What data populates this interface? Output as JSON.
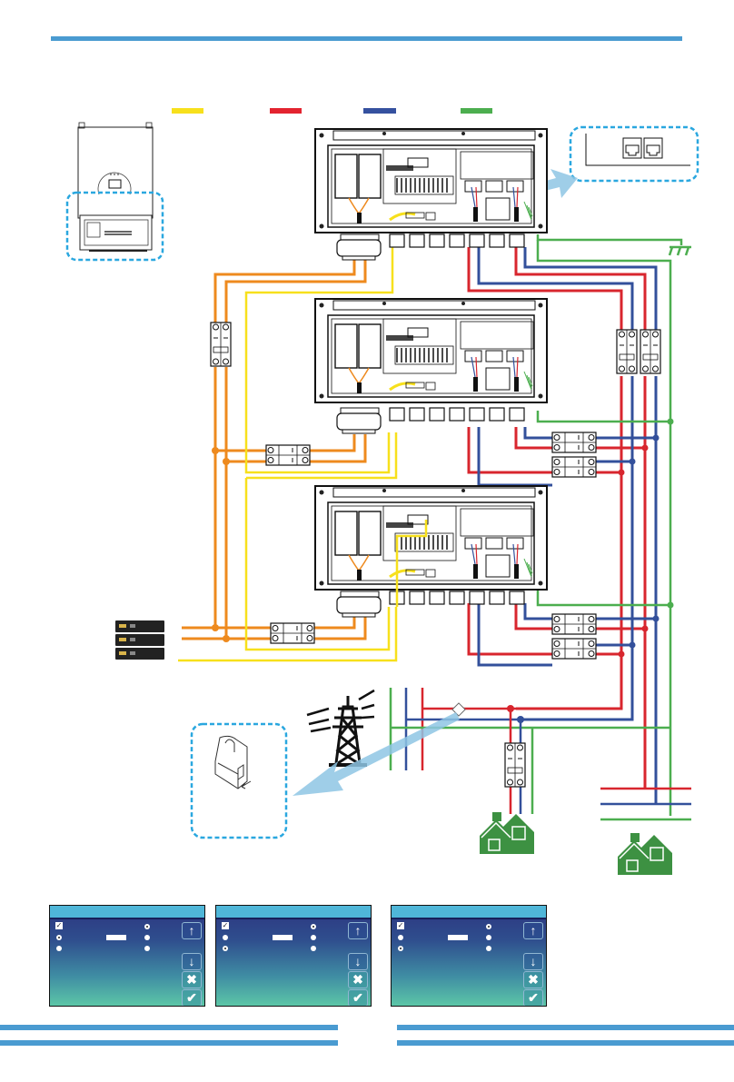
{
  "page": {
    "type": "parallel-inverter-wiring-diagram",
    "header_rule_color": "#4a9bd1",
    "footer_rule_color": "#4a9bd1"
  },
  "legend": {
    "items": [
      {
        "name": "pv-or-comm-wire",
        "color": "#f7e01c",
        "label": ""
      },
      {
        "name": "live-wire",
        "color": "#e3232f",
        "label": ""
      },
      {
        "name": "neutral-wire",
        "color": "#35519f",
        "label": ""
      },
      {
        "name": "ground-wire",
        "color": "#4cae4f",
        "label": ""
      }
    ]
  },
  "colors": {
    "battery_wire": "#ee8a1e",
    "comm_wire": "#f7e01c",
    "live": "#d8262e",
    "neutral": "#33509b",
    "ground": "#4cae4f",
    "callout_dash": "#2aa7df",
    "callout_arrow": "#8ec6e4",
    "house": "#3d9142"
  },
  "components": {
    "inverter_overview": {
      "name": "inverter-front-view",
      "highlighted_section": "wiring-compartment"
    },
    "comm_port_callout": {
      "ports": 2,
      "port_type": "RJ45"
    },
    "inverters": [
      {
        "id": "inverter-1"
      },
      {
        "id": "inverter-2"
      },
      {
        "id": "inverter-3"
      }
    ],
    "battery_stack": {
      "modules": 3
    },
    "ct_sensor_callout": {
      "name": "current-transformer-clamp"
    },
    "grid": {
      "name": "utility-grid-tower"
    },
    "loads": [
      {
        "id": "grid-side-load"
      },
      {
        "id": "backup-load"
      }
    ]
  },
  "lcd_screens": [
    {
      "id": "screen-master",
      "checkbox_checked": true,
      "left_radios": [
        true,
        false
      ],
      "right_radios": [
        true,
        false,
        false
      ],
      "buttons": {
        "up": "↑",
        "down": "↓",
        "cancel": "✖",
        "ok": "✔"
      }
    },
    {
      "id": "screen-slave-1",
      "checkbox_checked": true,
      "left_radios": [
        false,
        true
      ],
      "right_radios": [
        true,
        false,
        false
      ],
      "buttons": {
        "up": "↑",
        "down": "↓",
        "cancel": "✖",
        "ok": "✔"
      }
    },
    {
      "id": "screen-slave-2",
      "checkbox_checked": true,
      "left_radios": [
        false,
        true
      ],
      "right_radios": [
        true,
        false,
        false
      ],
      "buttons": {
        "up": "↑",
        "down": "↓",
        "cancel": "✖",
        "ok": "✔"
      }
    }
  ]
}
